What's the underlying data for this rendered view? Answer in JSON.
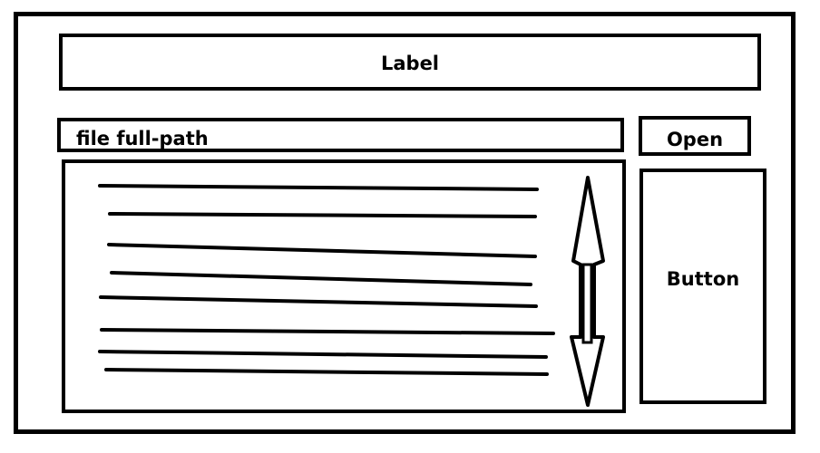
{
  "label": {
    "text": "Label"
  },
  "path_field": {
    "value": "file full-path"
  },
  "open_button": {
    "label": "Open"
  },
  "side_button": {
    "label": "Button"
  },
  "text_area": {
    "line_count": 8
  },
  "scrollbar": {
    "icon": "double-arrow-icon"
  },
  "colors": {
    "stroke": "#000000",
    "background": "#ffffff"
  }
}
